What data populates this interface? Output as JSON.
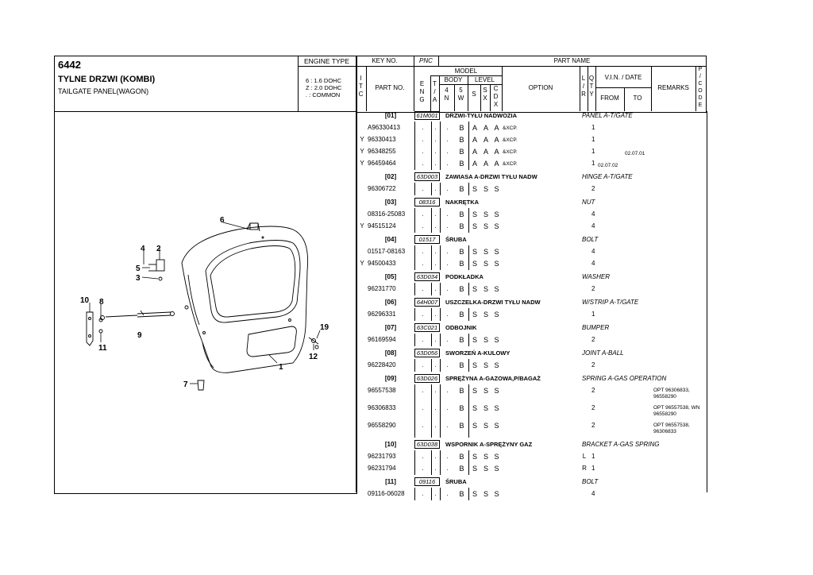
{
  "header": {
    "code": "6442",
    "title_pl": "TYLNE DRZWI (KOMBI)",
    "title_en": "TAILGATE PANEL(WAGON)",
    "engine_type_label": "ENGINE TYPE",
    "engine_lines": [
      "6 : 1.6 DOHC",
      "Z : 2.0 DOHC",
      ". : COMMON"
    ]
  },
  "columns": {
    "key_no": "KEY NO.",
    "pnc": "PNC",
    "part_name": "PART NAME",
    "model": "MODEL",
    "body": "BODY",
    "level": "LEVEL",
    "itc": [
      "I",
      "T",
      "C"
    ],
    "part_no": "PART NO.",
    "eng": [
      "E",
      "N",
      "G"
    ],
    "ta": [
      "T",
      "/",
      "A"
    ],
    "body4": [
      "4",
      "N"
    ],
    "body5": [
      "5",
      "W"
    ],
    "lv_s": "S",
    "lv_sx": [
      "S",
      "X"
    ],
    "lv_cdx": [
      "C",
      "D",
      "X"
    ],
    "option": "OPTION",
    "lr": [
      "L",
      "/",
      "R"
    ],
    "qty": [
      "Q",
      "T",
      "Y"
    ],
    "vin_date": "V.I.N. / DATE",
    "from": "FROM",
    "to": "TO",
    "remarks": "REMARKS",
    "pcode": [
      "P",
      "/",
      "C",
      "O",
      "D",
      "E"
    ]
  },
  "diagram": {
    "callouts": [
      "1",
      "2",
      "3",
      "4",
      "5",
      "6",
      "7",
      "8",
      "9",
      "10",
      "11",
      "12",
      "19"
    ]
  },
  "groups": [
    {
      "key": "[01]",
      "pnc": "61M001",
      "name": "DRZWI-TYŁU NADWOZIA",
      "en": "PANEL A-T/GATE",
      "rows": [
        {
          "itc": "",
          "part": "A96330413",
          "eng": ".",
          "ta": ".",
          "b4": ".",
          "b5": "B",
          "s": "A",
          "sx": "A",
          "cdx": "A",
          "opt": "&XCP.",
          "lr": "",
          "qty": "1",
          "from": "",
          "to": "",
          "rem": ""
        },
        {
          "itc": "Y",
          "part": "96330413",
          "eng": ".",
          "ta": ".",
          "b4": ".",
          "b5": "B",
          "s": "A",
          "sx": "A",
          "cdx": "A",
          "opt": "&XCP.",
          "lr": "",
          "qty": "1",
          "from": "",
          "to": "",
          "rem": ""
        },
        {
          "itc": "Y",
          "part": "96348255",
          "eng": ".",
          "ta": ".",
          "b4": ".",
          "b5": "B",
          "s": "A",
          "sx": "A",
          "cdx": "A",
          "opt": "&XCP.",
          "lr": "",
          "qty": "1",
          "from": "",
          "to": "02.07.01",
          "rem": ""
        },
        {
          "itc": "Y",
          "part": "96459464",
          "eng": ".",
          "ta": ".",
          "b4": ".",
          "b5": "B",
          "s": "A",
          "sx": "A",
          "cdx": "A",
          "opt": "&XCP.",
          "lr": "",
          "qty": "1",
          "from": "02.07.02",
          "to": "",
          "rem": ""
        }
      ]
    },
    {
      "key": "[02]",
      "pnc": "63D003",
      "name": "ZAWIASA A-DRZWI TYŁU NADW",
      "en": "HINGE A-T/GATE",
      "rows": [
        {
          "itc": "",
          "part": "96306722",
          "eng": ".",
          "ta": ".",
          "b4": ".",
          "b5": "B",
          "s": "S",
          "sx": "S",
          "cdx": "S",
          "opt": "",
          "lr": "",
          "qty": "2",
          "from": "",
          "to": "",
          "rem": ""
        }
      ]
    },
    {
      "key": "[03]",
      "pnc": "08316",
      "name": "NAKRĘTKA",
      "en": "NUT",
      "rows": [
        {
          "itc": "",
          "part": "08316-25083",
          "eng": ".",
          "ta": ".",
          "b4": ".",
          "b5": "B",
          "s": "S",
          "sx": "S",
          "cdx": "S",
          "opt": "",
          "lr": "",
          "qty": "4",
          "from": "",
          "to": "",
          "rem": ""
        },
        {
          "itc": "Y",
          "part": "94515124",
          "eng": ".",
          "ta": ".",
          "b4": ".",
          "b5": "B",
          "s": "S",
          "sx": "S",
          "cdx": "S",
          "opt": "",
          "lr": "",
          "qty": "4",
          "from": "",
          "to": "",
          "rem": ""
        }
      ]
    },
    {
      "key": "[04]",
      "pnc": "01517",
      "name": "ŚRUBA",
      "en": "BOLT",
      "rows": [
        {
          "itc": "",
          "part": "01517-08163",
          "eng": ".",
          "ta": ".",
          "b4": ".",
          "b5": "B",
          "s": "S",
          "sx": "S",
          "cdx": "S",
          "opt": "",
          "lr": "",
          "qty": "4",
          "from": "",
          "to": "",
          "rem": ""
        },
        {
          "itc": "Y",
          "part": "94500433",
          "eng": ".",
          "ta": ".",
          "b4": ".",
          "b5": "B",
          "s": "S",
          "sx": "S",
          "cdx": "S",
          "opt": "",
          "lr": "",
          "qty": "4",
          "from": "",
          "to": "",
          "rem": ""
        }
      ]
    },
    {
      "key": "[05]",
      "pnc": "63D034",
      "name": "PODKŁADKA",
      "en": "WASHER",
      "rows": [
        {
          "itc": "",
          "part": "96231770",
          "eng": ".",
          "ta": ".",
          "b4": ".",
          "b5": "B",
          "s": "S",
          "sx": "S",
          "cdx": "S",
          "opt": "",
          "lr": "",
          "qty": "2",
          "from": "",
          "to": "",
          "rem": ""
        }
      ]
    },
    {
      "key": "[06]",
      "pnc": "64H007",
      "name": "USZCZELKA-DRZWI TYŁU NADW",
      "en": "W/STRIP A-T/GATE",
      "rows": [
        {
          "itc": "",
          "part": "96296331",
          "eng": ".",
          "ta": ".",
          "b4": ".",
          "b5": "B",
          "s": "S",
          "sx": "S",
          "cdx": "S",
          "opt": "",
          "lr": "",
          "qty": "1",
          "from": "",
          "to": "",
          "rem": ""
        }
      ]
    },
    {
      "key": "[07]",
      "pnc": "63C021",
      "name": "ODBOJNIK",
      "en": "BUMPER",
      "rows": [
        {
          "itc": "",
          "part": "96169594",
          "eng": ".",
          "ta": ".",
          "b4": ".",
          "b5": "B",
          "s": "S",
          "sx": "S",
          "cdx": "S",
          "opt": "",
          "lr": "",
          "qty": "2",
          "from": "",
          "to": "",
          "rem": ""
        }
      ]
    },
    {
      "key": "[08]",
      "pnc": "63D056",
      "name": "SWORZEŃ A-KULOWY",
      "en": "JOINT A-BALL",
      "rows": [
        {
          "itc": "",
          "part": "96228420",
          "eng": ".",
          "ta": ".",
          "b4": ".",
          "b5": "B",
          "s": "S",
          "sx": "S",
          "cdx": "S",
          "opt": "",
          "lr": "",
          "qty": "2",
          "from": "",
          "to": "",
          "rem": ""
        }
      ]
    },
    {
      "key": "[09]",
      "pnc": "63D026",
      "name": "SPRĘŻYNA A-GAZOWA,P/BAGAŻ",
      "en": "SPRING A-GAS OPERATION",
      "rows": [
        {
          "itc": "",
          "part": "96557538",
          "eng": ".",
          "ta": ".",
          "b4": ".",
          "b5": "B",
          "s": "S",
          "sx": "S",
          "cdx": "S",
          "opt": "",
          "lr": "",
          "qty": "2",
          "from": "",
          "to": "",
          "rem": "OPT 96306833, 96558290"
        },
        {
          "itc": "",
          "part": "96306833",
          "eng": ".",
          "ta": ".",
          "b4": ".",
          "b5": "B",
          "s": "S",
          "sx": "S",
          "cdx": "S",
          "opt": "",
          "lr": "",
          "qty": "2",
          "from": "",
          "to": "",
          "rem": "OPT 96557538, WN 96558290"
        },
        {
          "itc": "",
          "part": "96558290",
          "eng": ".",
          "ta": ".",
          "b4": ".",
          "b5": "B",
          "s": "S",
          "sx": "S",
          "cdx": "S",
          "opt": "",
          "lr": "",
          "qty": "2",
          "from": "",
          "to": "",
          "rem": "OPT 96557538, 96306833"
        }
      ]
    },
    {
      "key": "[10]",
      "pnc": "63D038",
      "name": "WSPORNIK A-SPRĘŻYNY GAZ",
      "en": "BRACKET A-GAS SPRING",
      "rows": [
        {
          "itc": "",
          "part": "96231793",
          "eng": ".",
          "ta": ".",
          "b4": ".",
          "b5": "B",
          "s": "S",
          "sx": "S",
          "cdx": "S",
          "opt": "",
          "lr": "L",
          "qty": "1",
          "from": "",
          "to": "",
          "rem": ""
        },
        {
          "itc": "",
          "part": "96231794",
          "eng": ".",
          "ta": ".",
          "b4": ".",
          "b5": "B",
          "s": "S",
          "sx": "S",
          "cdx": "S",
          "opt": "",
          "lr": "R",
          "qty": "1",
          "from": "",
          "to": "",
          "rem": ""
        }
      ]
    },
    {
      "key": "[11]",
      "pnc": "09116",
      "name": "ŚRUBA",
      "en": "BOLT",
      "rows": [
        {
          "itc": "",
          "part": "09116-06028",
          "eng": ".",
          "ta": ".",
          "b4": ".",
          "b5": "B",
          "s": "S",
          "sx": "S",
          "cdx": "S",
          "opt": "",
          "lr": "",
          "qty": "4",
          "from": "",
          "to": "",
          "rem": ""
        }
      ]
    }
  ]
}
